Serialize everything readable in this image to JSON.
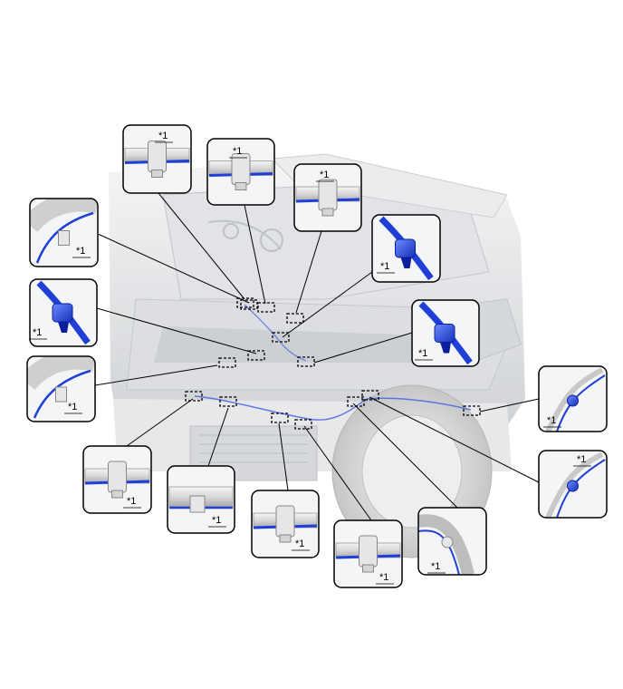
{
  "colors": {
    "wire": "#1f3fd6",
    "wire_dark": "#0b1f9e",
    "clip": "#e6e6e6",
    "pipe": "#d2d2d2",
    "body_shade": "#cfd2d6",
    "callout_border": "#000000",
    "marker": "#000000"
  },
  "label_text": "*1",
  "callouts": [
    {
      "id": "cl-top-1",
      "content": "wire-clip",
      "label": "*1"
    },
    {
      "id": "cl-top-2",
      "content": "wire-clip",
      "label": "*1"
    },
    {
      "id": "cl-top-3",
      "content": "wire-clip",
      "label": "*1"
    },
    {
      "id": "cl-top-4",
      "content": "blue-clamp",
      "label": "*1"
    },
    {
      "id": "cl-left-1",
      "content": "pipe-wire",
      "label": "*1"
    },
    {
      "id": "cl-left-2",
      "content": "blue-clamp",
      "label": "*1"
    },
    {
      "id": "cl-left-3",
      "content": "pipe-wire",
      "label": "*1"
    },
    {
      "id": "cl-right-1",
      "content": "blue-clamp",
      "label": "*1"
    },
    {
      "id": "cl-right-2",
      "content": "small-clip",
      "label": "*1"
    },
    {
      "id": "cl-right-3",
      "content": "small-clip",
      "label": "*1"
    },
    {
      "id": "cl-bot-1",
      "content": "wire-clip",
      "label": "*1"
    },
    {
      "id": "cl-bot-2",
      "content": "pipe-clip",
      "label": "*1"
    },
    {
      "id": "cl-bot-3",
      "content": "wire-clip",
      "label": "*1"
    },
    {
      "id": "cl-bot-4",
      "content": "wire-clip",
      "label": "*1"
    },
    {
      "id": "cl-bot-5",
      "content": "hose-clip",
      "label": "*1"
    }
  ]
}
